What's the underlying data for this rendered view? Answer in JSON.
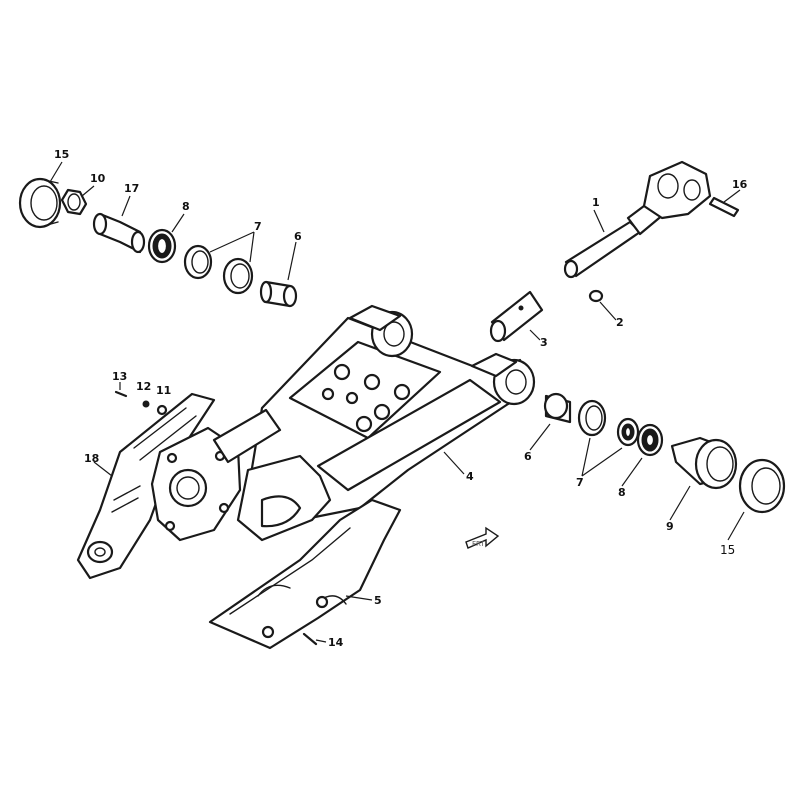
{
  "diagram": {
    "callouts": [
      {
        "id": "c15a",
        "label": "15"
      },
      {
        "id": "c10",
        "label": "10"
      },
      {
        "id": "c17",
        "label": "17"
      },
      {
        "id": "c8a",
        "label": "8"
      },
      {
        "id": "c7a",
        "label": "7"
      },
      {
        "id": "c6a",
        "label": "6"
      },
      {
        "id": "c1",
        "label": "1"
      },
      {
        "id": "c16",
        "label": "16"
      },
      {
        "id": "c2",
        "label": "2"
      },
      {
        "id": "c3",
        "label": "3"
      },
      {
        "id": "c13",
        "label": "13"
      },
      {
        "id": "c12",
        "label": "12"
      },
      {
        "id": "c11",
        "label": "11"
      },
      {
        "id": "c18",
        "label": "18"
      },
      {
        "id": "c4",
        "label": "4"
      },
      {
        "id": "c6b",
        "label": "6"
      },
      {
        "id": "c7b",
        "label": "7"
      },
      {
        "id": "c8b",
        "label": "8"
      },
      {
        "id": "c9",
        "label": "9"
      },
      {
        "id": "c15b",
        "label": "15"
      },
      {
        "id": "c5",
        "label": "5"
      },
      {
        "id": "c14",
        "label": "14"
      }
    ],
    "direction_marker": "FRT"
  }
}
